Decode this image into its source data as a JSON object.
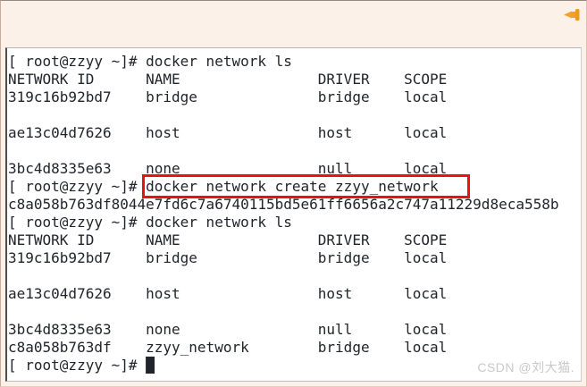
{
  "page": {
    "background": "#fcf1e8",
    "watermark": "CSDN @刘大猫."
  },
  "colors": {
    "terminal_background": "#ffffff",
    "terminal_text": "#21252b",
    "highlight_red": "#e8130c",
    "pin_orange": "#f1a02c",
    "watermark_gray": "#c9c9c9"
  },
  "icons": {
    "pin": "pushpin-icon"
  },
  "terminal": {
    "prompt": "[ root@zzyy ~]# ",
    "cursor_char": "█",
    "cursor_line": 18,
    "highlight": {
      "line": 8,
      "prompt_chars": 16,
      "text": "docker network create zzyy_network"
    },
    "table": {
      "headers": [
        "NETWORK ID",
        "NAME",
        "DRIVER",
        "SCOPE"
      ],
      "rows_first_listing": [
        [
          "319c16b92bd7",
          "bridge",
          "bridge",
          "local"
        ],
        [
          "ae13c04d7626",
          "host",
          "host",
          "local"
        ],
        [
          "3bc4d8335e63",
          "none",
          "null",
          "local"
        ]
      ],
      "rows_second_listing": [
        [
          "319c16b92bd7",
          "bridge",
          "bridge",
          "local"
        ],
        [
          "ae13c04d7626",
          "host",
          "host",
          "local"
        ],
        [
          "3bc4d8335e63",
          "none",
          "null",
          "local"
        ],
        [
          "c8a058b763df",
          "zzyy_network",
          "bridge",
          "local"
        ]
      ]
    },
    "created_network_id": "c8a058b763df8044e7fd6c7a6740115bd5e61ff6656a2c747a11229d8eca558b",
    "lines": [
      "[ root@zzyy ~]# docker network ls",
      "NETWORK ID      NAME                DRIVER    SCOPE",
      "319c16b92bd7    bridge              bridge    local",
      "",
      "ae13c04d7626    host                host      local",
      "",
      "3bc4d8335e63    none                null      local",
      "[ root@zzyy ~]# docker network create zzyy_network",
      "c8a058b763df8044e7fd6c7a6740115bd5e61ff6656a2c747a11229d8eca558b",
      "[ root@zzyy ~]# docker network ls",
      "NETWORK ID      NAME                DRIVER    SCOPE",
      "319c16b92bd7    bridge              bridge    local",
      "",
      "ae13c04d7626    host                host      local",
      "",
      "3bc4d8335e63    none                null      local",
      "c8a058b763df    zzyy_network        bridge    local",
      "[ root@zzyy ~]# "
    ]
  }
}
